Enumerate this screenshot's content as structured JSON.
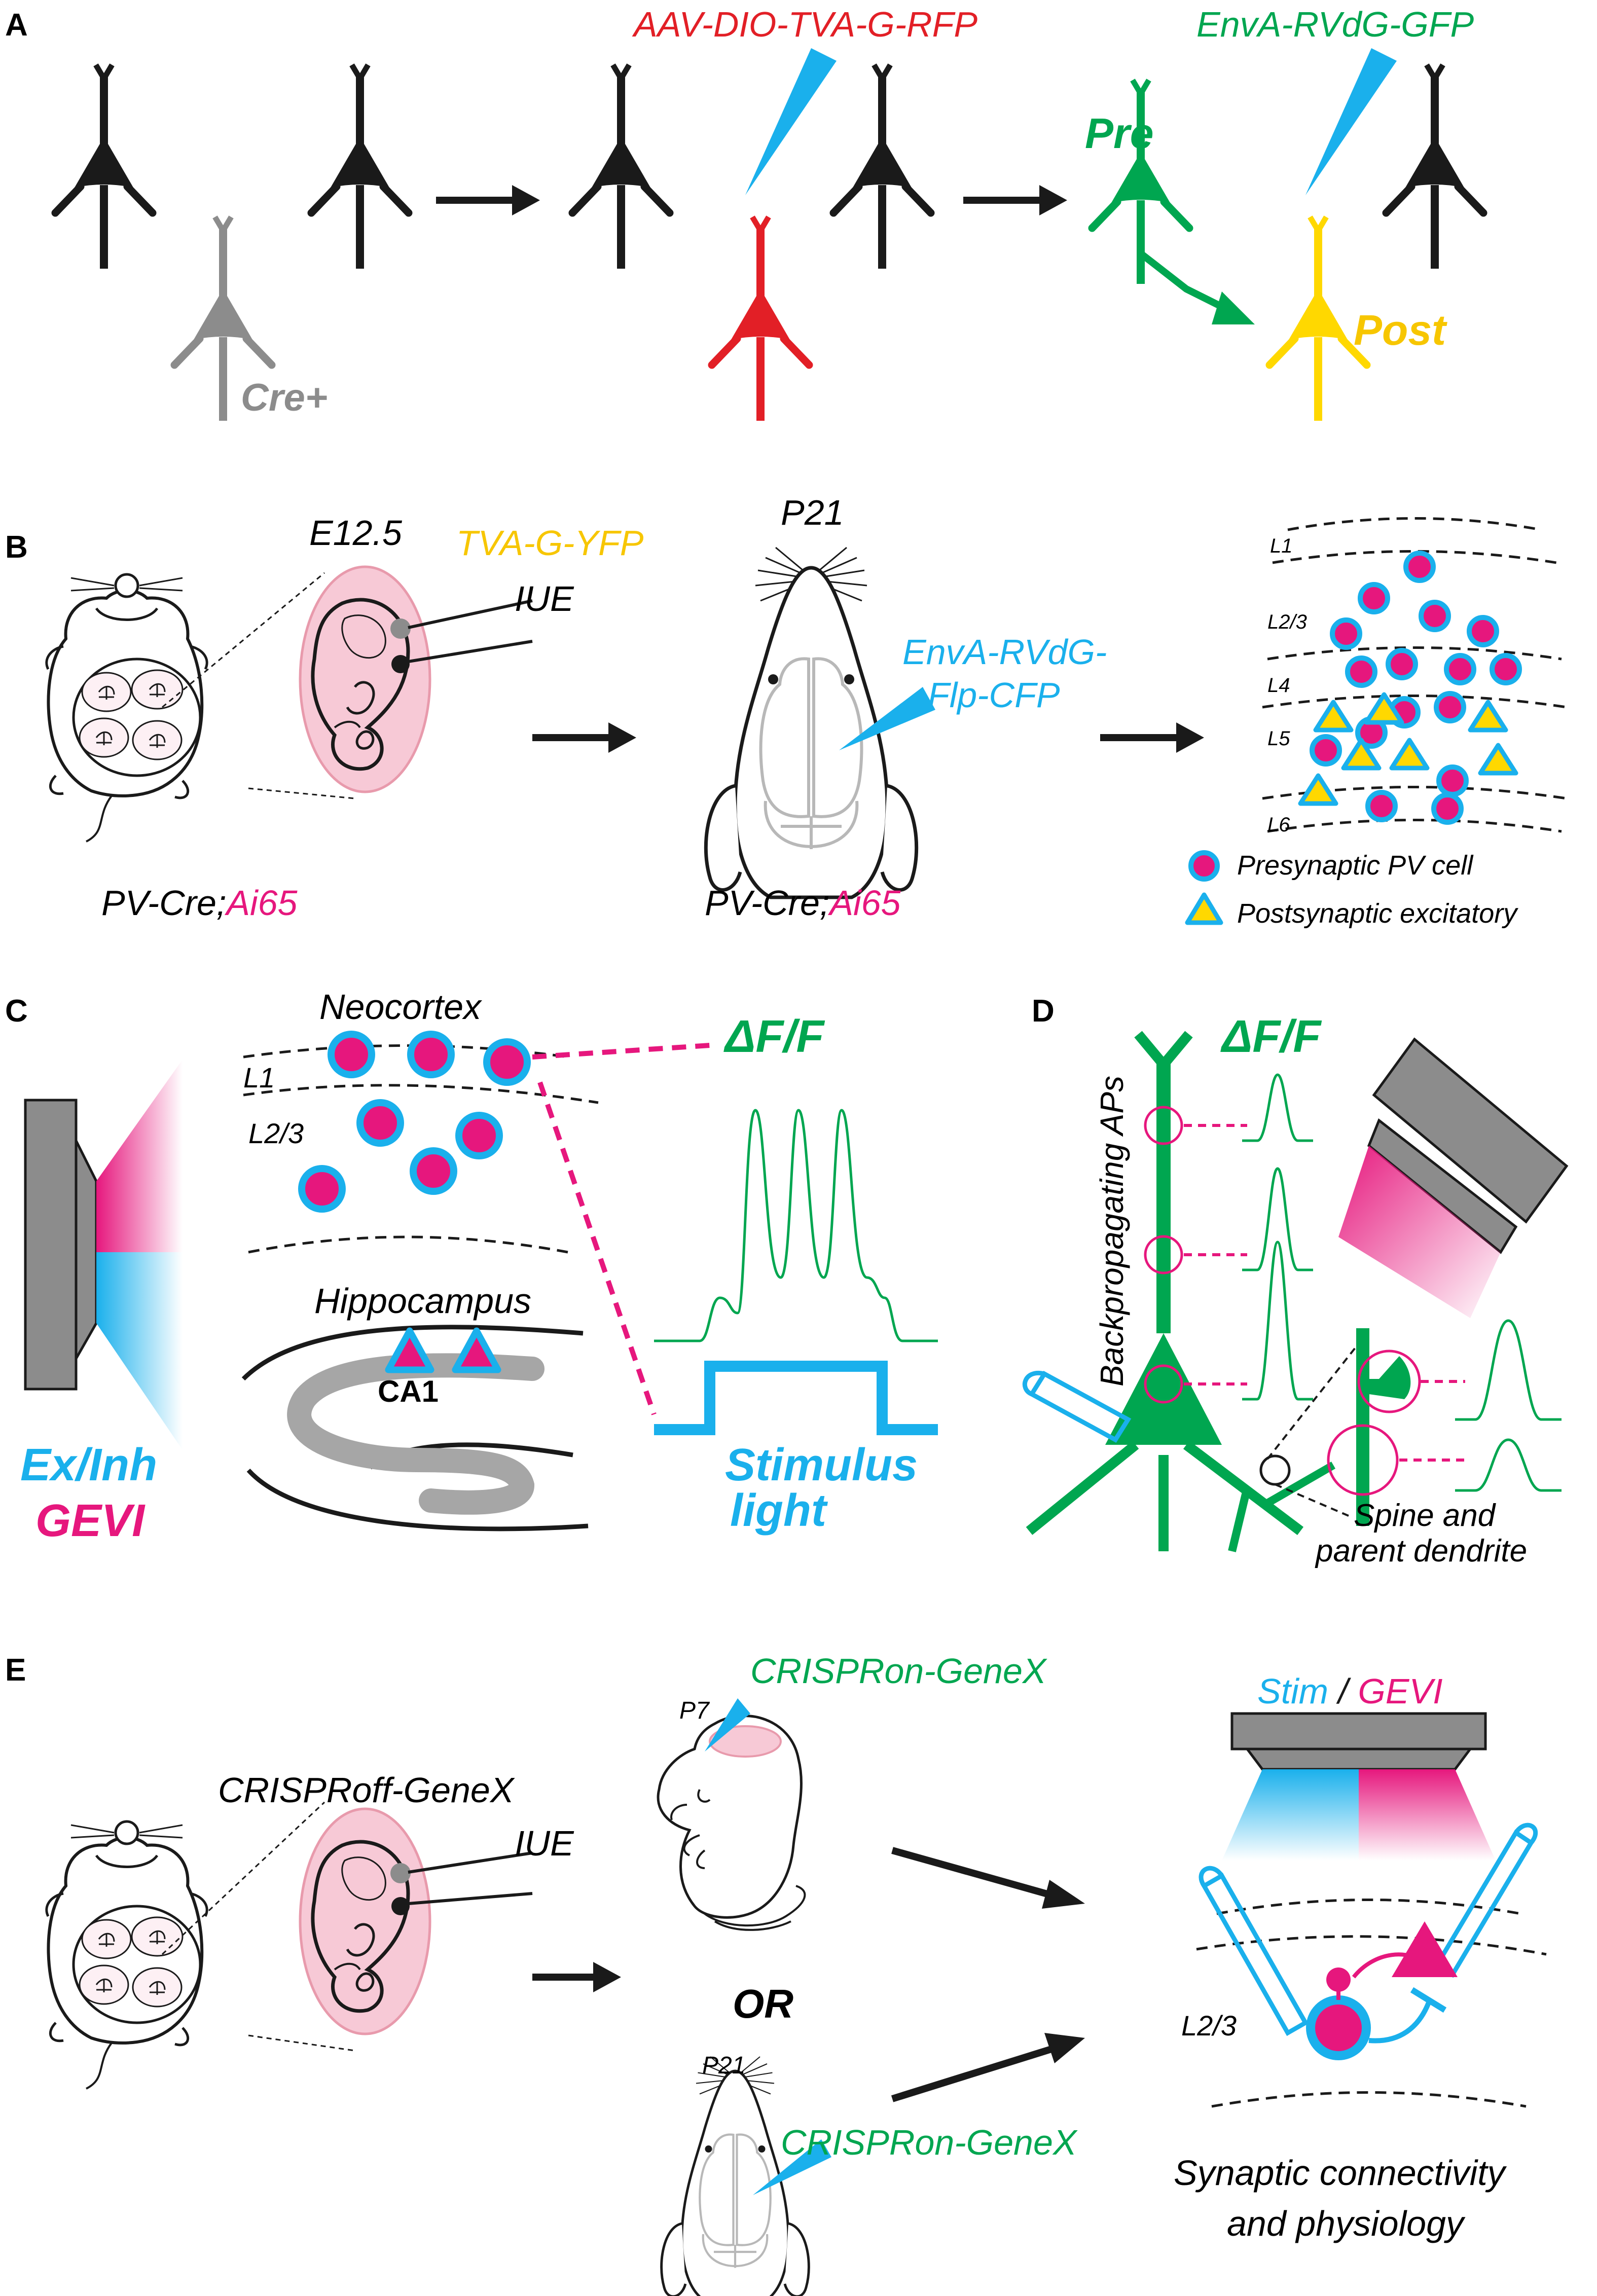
{
  "colors": {
    "black": "#1a1a1a",
    "gray": "#8c8c8c",
    "lightgray": "#b8b8b8",
    "red": "#e21f26",
    "green": "#00a650",
    "yellow": "#ffd800",
    "ytext": "#f7c600",
    "cyan": "#1ab0ec",
    "magenta": "#e6177d",
    "pink": "#f7c9d6",
    "pinkstroke": "#e89aac"
  },
  "icons": [
    "pyramidal-neuron-icon",
    "pipette-icon",
    "mouse-icon",
    "embryo-icon",
    "objective-icon",
    "electrode-icon",
    "arrow-icon"
  ],
  "panelA": {
    "label": "A",
    "cre_label": "Cre+",
    "virus1": "AAV-DIO-TVA-G-RFP",
    "virus2": "EnvA-RVdG-GFP",
    "pre_label": "Pre",
    "post_label": "Post"
  },
  "panelB": {
    "label": "B",
    "stage": "E12.5",
    "construct": "TVA-G-YFP",
    "method": "IUE",
    "age": "P21",
    "virus_line1": "EnvA-RVdG-",
    "virus_line2": "Flp-CFP",
    "genotype_a": "PV-Cre;",
    "genotype_b": "Ai65",
    "layers": [
      "L1",
      "L2/3",
      "L4",
      "L5",
      "L6"
    ],
    "legend_pre": "Presynaptic PV cell",
    "legend_post": "Postsynaptic excitatory"
  },
  "panelC": {
    "label": "C",
    "neocortex": "Neocortex",
    "layer1": "L1",
    "layer23": "L2/3",
    "hippocampus": "Hippocampus",
    "ca1": "CA1",
    "dff": "ΔF/F",
    "stim_line1": "Stimulus",
    "stim_line2": "light",
    "exinh": "Ex/Inh",
    "gevi": "GEVI"
  },
  "panelD": {
    "label": "D",
    "bap": "Backpropagating APs",
    "dff": "ΔF/F",
    "spine_line1": "Spine and",
    "spine_line2": "parent dendrite"
  },
  "panelE": {
    "label": "E",
    "crispr_off": "CRISPRoff-GeneX",
    "method": "IUE",
    "p7": "P7",
    "crispr_on_top": "CRISPRon-GeneX",
    "or": "OR",
    "p21": "P21",
    "crispr_on_bottom": "CRISPRon-GeneX",
    "stim": "Stim",
    "slash": " / ",
    "gevi": "GEVI",
    "layer": "L2/3",
    "result_line1": "Synaptic connectivity",
    "result_line2": "and physiology"
  }
}
